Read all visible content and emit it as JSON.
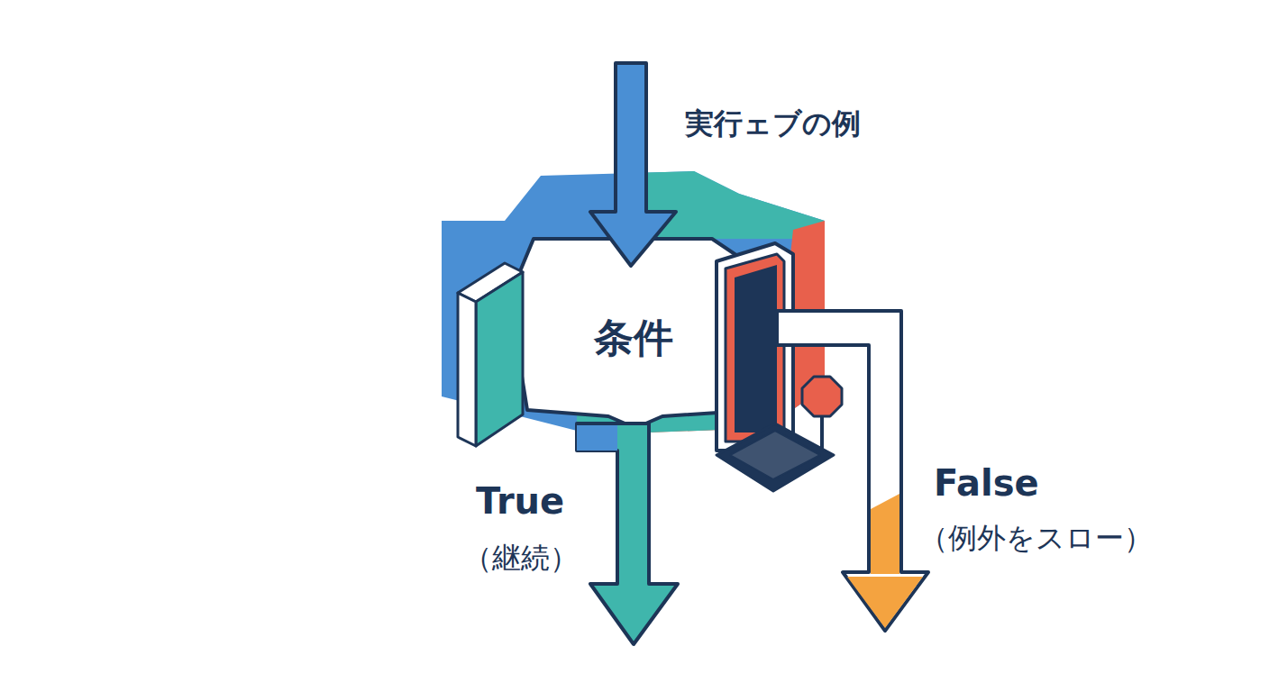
{
  "diagram": {
    "title": "実行ェブの例",
    "nodes": [
      {
        "text": [
          "条件"
        ]
      }
    ],
    "labels": [
      "True",
      "（継続）",
      "False",
      "（例外をスロー）"
    ]
  }
}
